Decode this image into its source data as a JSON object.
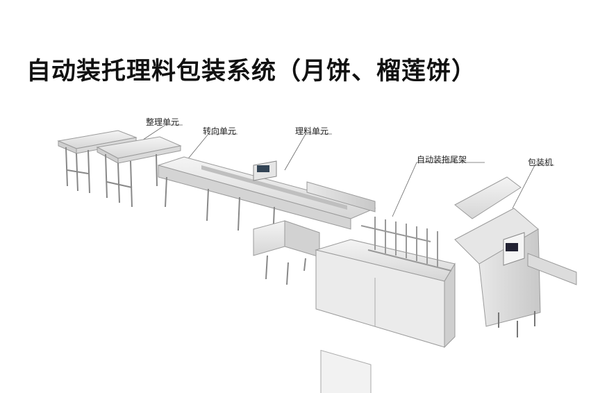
{
  "title": "自动装托理料包装系统（月饼、榴莲饼）",
  "callouts": {
    "sorting_unit": "整理单元",
    "turning_unit": "转向单元",
    "arranging_unit": "理料单元",
    "auto_tray_frame": "自动装拖尾架",
    "packaging_machine": "包装机"
  }
}
